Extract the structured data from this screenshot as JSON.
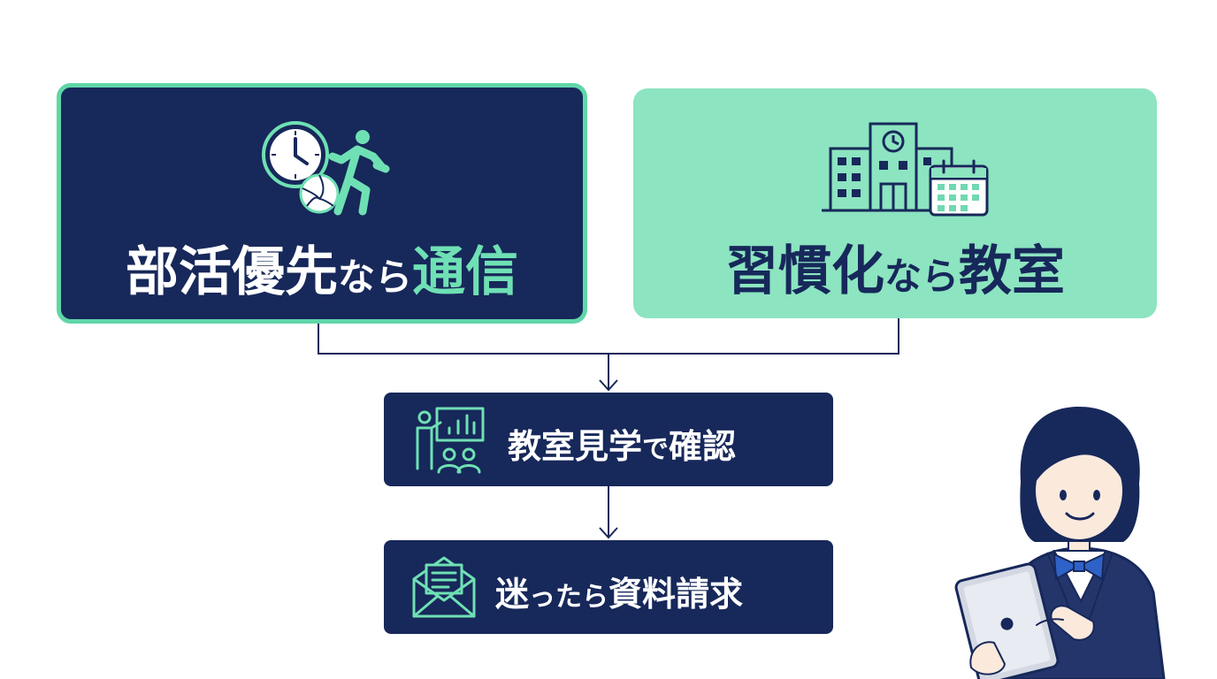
{
  "cards": {
    "left": {
      "title_main": "部活優先",
      "title_particle": "なら",
      "title_accent": "通信",
      "icons": [
        "clock-icon",
        "volleyball-icon",
        "running-person-icon"
      ]
    },
    "right": {
      "title_main": "習慣化",
      "title_particle": "なら",
      "title_end": "教室",
      "icons": [
        "school-building-icon",
        "calendar-icon"
      ]
    }
  },
  "steps": [
    {
      "label_a": "教室見学",
      "label_b": "で",
      "label_c": "確認",
      "icon": "classroom-presentation-icon"
    },
    {
      "label_a": "迷",
      "label_b": "ったら",
      "label_c": "資料請求",
      "icon": "envelope-document-icon"
    }
  ],
  "colors": {
    "navy": "#17285a",
    "mint": "#8ce4c0",
    "mint_border": "#5fd6a8",
    "accent": "#6fe0b4",
    "white": "#ffffff"
  }
}
